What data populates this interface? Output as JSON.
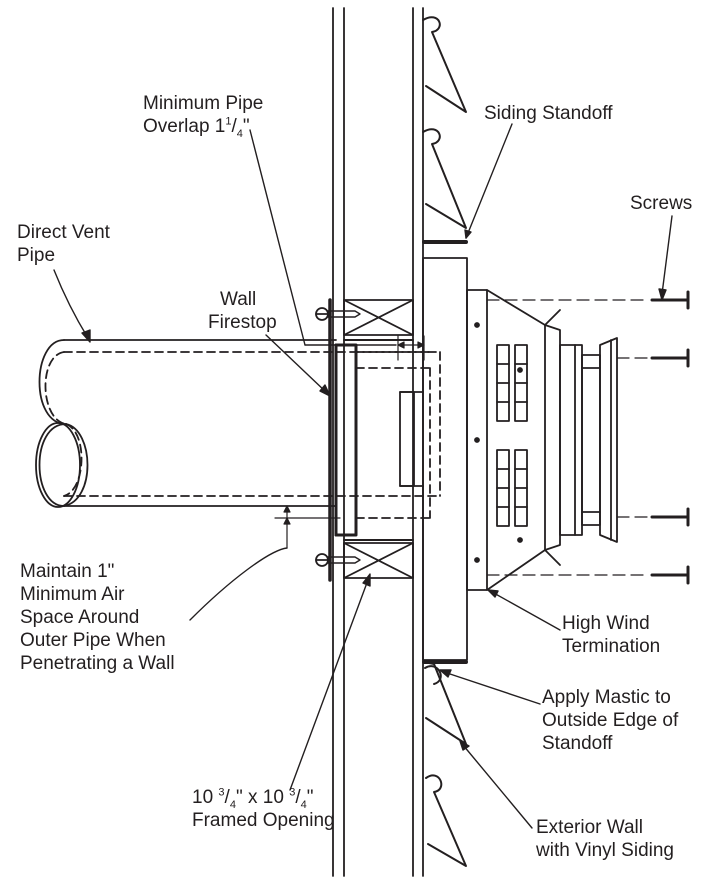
{
  "labels": {
    "min_pipe_overlap": {
      "line1": "Minimum Pipe",
      "line2_text": "Overlap 1",
      "line2_num": "1",
      "line2_slash": "/",
      "line2_den": "4",
      "line2_unit": "\""
    },
    "siding_standoff": "Siding Standoff",
    "screws": "Screws",
    "direct_vent_pipe": {
      "line1": "Direct Vent",
      "line2": "Pipe"
    },
    "wall_firestop": {
      "line1": "Wall",
      "line2": "Firestop"
    },
    "maintain_air_space": {
      "line1": "Maintain 1\"",
      "line2": "Minimum Air",
      "line3": "Space Around",
      "line4": "Outer Pipe When",
      "line5": "Penetrating a Wall"
    },
    "framed_opening": {
      "dim_a": "10",
      "num_a": "3",
      "slash_a": "/",
      "den_a": "4",
      "unit_a": "\"",
      "times": " x ",
      "dim_b": "10",
      "num_b": "3",
      "slash_b": "/",
      "den_b": "4",
      "unit_b": "\"",
      "line2": "Framed Opening"
    },
    "high_wind_termination": {
      "line1": "High Wind",
      "line2": "Termination"
    },
    "apply_mastic": {
      "line1": "Apply Mastic to",
      "line2": "Outside Edge of",
      "line3": "Standoff"
    },
    "exterior_wall": {
      "line1": "Exterior Wall",
      "line2": "with Vinyl Siding"
    }
  },
  "colors": {
    "ink": "#231f20",
    "background": "#ffffff"
  }
}
